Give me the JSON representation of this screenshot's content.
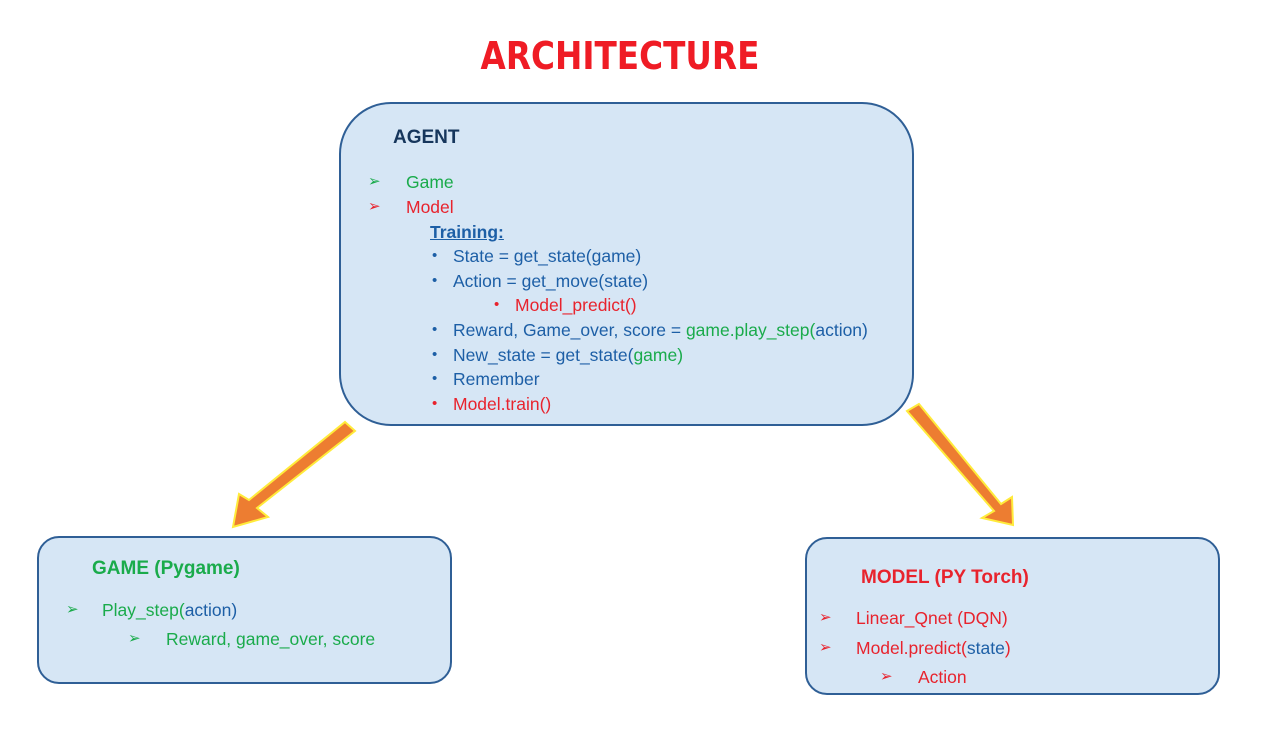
{
  "title": "ARCHITECTURE",
  "colors": {
    "title": "#ef1c25",
    "box_fill": "#d6e6f5",
    "box_border": "#2f5f96",
    "green": "#1aab4b",
    "red": "#e8232d",
    "blue": "#1d5fa6",
    "arrow_fill": "#ed7d31",
    "arrow_outline": "#ffeb3b"
  },
  "agent": {
    "heading": "AGENT",
    "items": [
      "Game",
      "Model"
    ],
    "training_label": "Training:",
    "steps": {
      "state": "State = get_state(game)",
      "action": "Action = get_move(state)",
      "model_predict": "Model_predict()",
      "reward_part1": "Reward, Game_over, score = ",
      "reward_part2": "game.play_step(",
      "reward_part3": "action)",
      "new_state_part1": "New_state = get_state(",
      "new_state_part2": "game)",
      "remember": "Remember",
      "train": "Model.train()"
    }
  },
  "game": {
    "heading": "GAME (Pygame)",
    "play_step_part1": "Play_step(",
    "play_step_part2": "action)",
    "result": "Reward, game_over, score"
  },
  "model": {
    "heading": "MODEL (PY Torch)",
    "net": "Linear_Qnet (DQN)",
    "predict_part1": "Model.predict(",
    "predict_part2": "state",
    "predict_part3": ")",
    "output": "Action"
  },
  "icons": {
    "arrowhead_bullet": "arrowhead-bullet-icon",
    "dot_bullet": "dot-bullet-icon",
    "flow_arrow": "flow-arrow-icon"
  }
}
